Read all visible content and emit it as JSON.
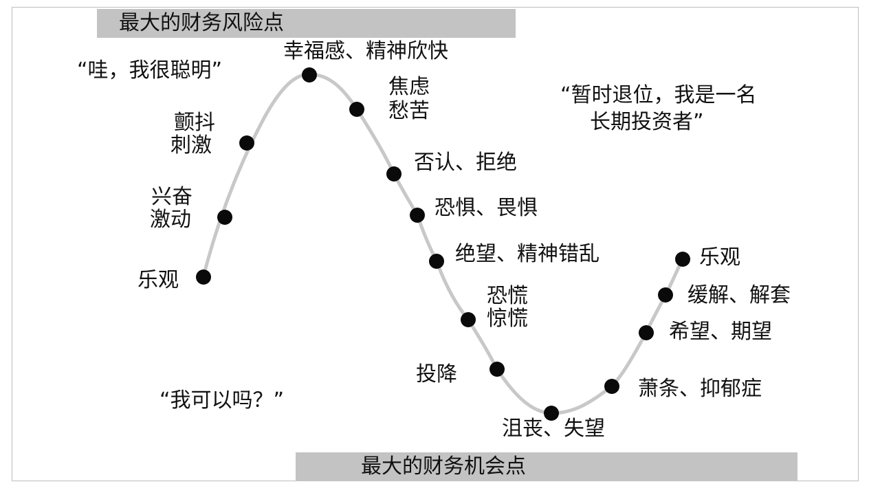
{
  "diagram": {
    "banner_top": "最大的财务风险点",
    "banner_bottom": "最大的财务机会点",
    "quotes": {
      "wow": "“哇，我很聪明”",
      "temp_retreat_line1": "“暂时退位，我是一名",
      "temp_retreat_line2": "长期投资者”",
      "can_i": "“我可以吗？”"
    },
    "stages": {
      "optimism_start": "乐观",
      "excitement_line1": "兴奋",
      "excitement_line2": "激动",
      "thrill_line1": "颤抖",
      "thrill_line2": "刺激",
      "euphoria": "幸福感、精神欣快",
      "anxiety_line1": "焦虑",
      "anxiety_line2": "愁苦",
      "denial": "否认、拒绝",
      "fear": "恐惧、畏惧",
      "desperation": "绝望、精神错乱",
      "panic_line1": "恐慌",
      "panic_line2": "惊慌",
      "capitulation": "投降",
      "despondency": "沮丧、失望",
      "depression": "萧条、抑郁症",
      "hope": "希望、期望",
      "relief": "缓解、解套",
      "optimism_end": "乐观"
    },
    "colors": {
      "curve": "#c8c8c8",
      "dot": "#0a0a0a",
      "banner": "#c3c3c3"
    }
  }
}
